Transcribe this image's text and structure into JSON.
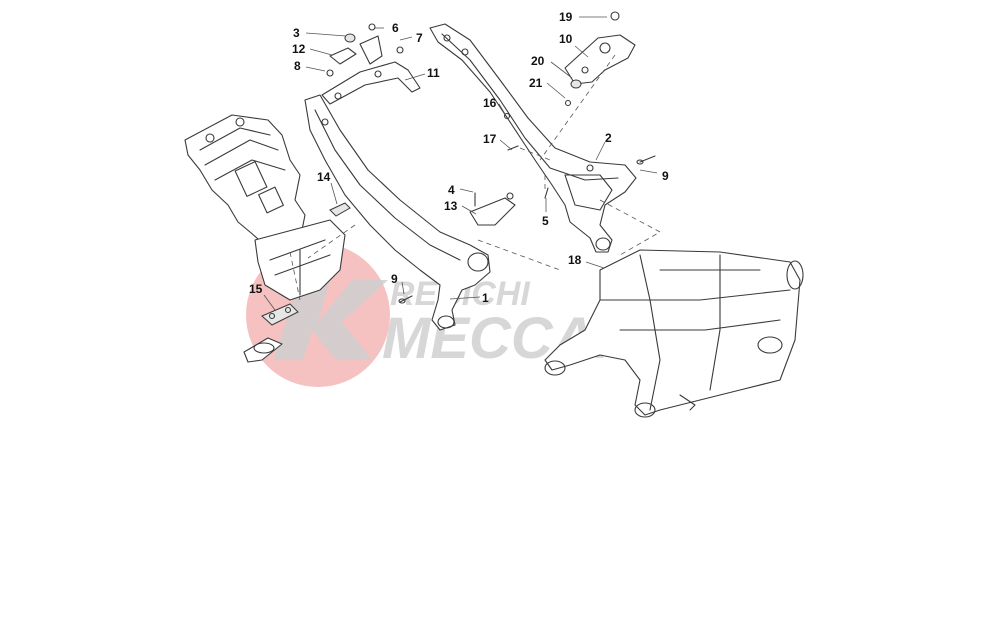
{
  "diagram": {
    "callouts": [
      "1",
      "2",
      "3",
      "4",
      "5",
      "6",
      "7",
      "8",
      "9",
      "9",
      "10",
      "11",
      "12",
      "13",
      "14",
      "15",
      "16",
      "17",
      "18",
      "19",
      "20",
      "21"
    ]
  },
  "watermark": {
    "line1": "REBICHI",
    "line2": "MECCANICA",
    "logo_colors": {
      "circle": "#f2a7a7",
      "letter": "#c8c8c8"
    }
  }
}
